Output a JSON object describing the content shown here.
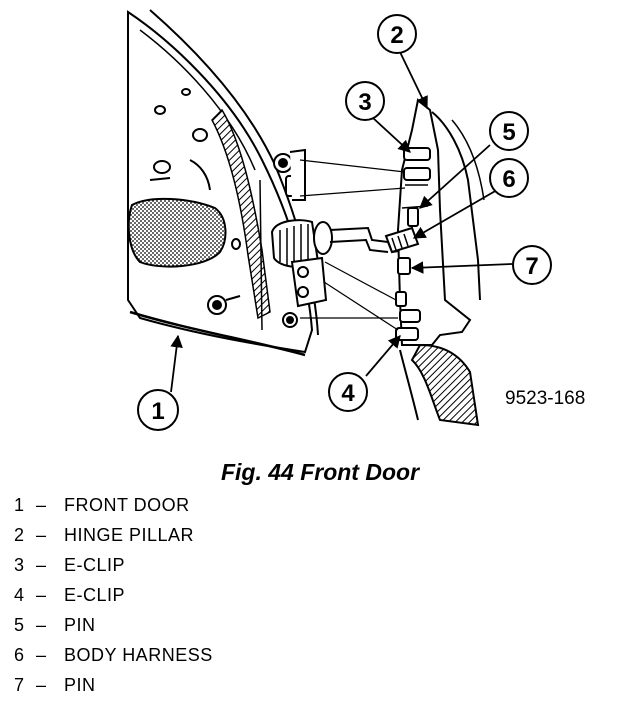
{
  "figure": {
    "id": "9523-168",
    "caption": "Fig. 44 Front Door"
  },
  "callouts": [
    "1",
    "2",
    "3",
    "4",
    "5",
    "6",
    "7"
  ],
  "legend": [
    {
      "number": "1",
      "separator": "–",
      "label": "FRONT DOOR"
    },
    {
      "number": "2",
      "separator": "–",
      "label": "HINGE PILLAR"
    },
    {
      "number": "3",
      "separator": "–",
      "label": "E-CLIP"
    },
    {
      "number": "4",
      "separator": "–",
      "label": "E-CLIP"
    },
    {
      "number": "5",
      "separator": "–",
      "label": "PIN"
    },
    {
      "number": "6",
      "separator": "–",
      "label": "BODY HARNESS"
    },
    {
      "number": "7",
      "separator": "–",
      "label": "PIN"
    }
  ],
  "colors": {
    "ink": "#000000",
    "paper": "#ffffff",
    "shade": "#8a8a8a"
  }
}
